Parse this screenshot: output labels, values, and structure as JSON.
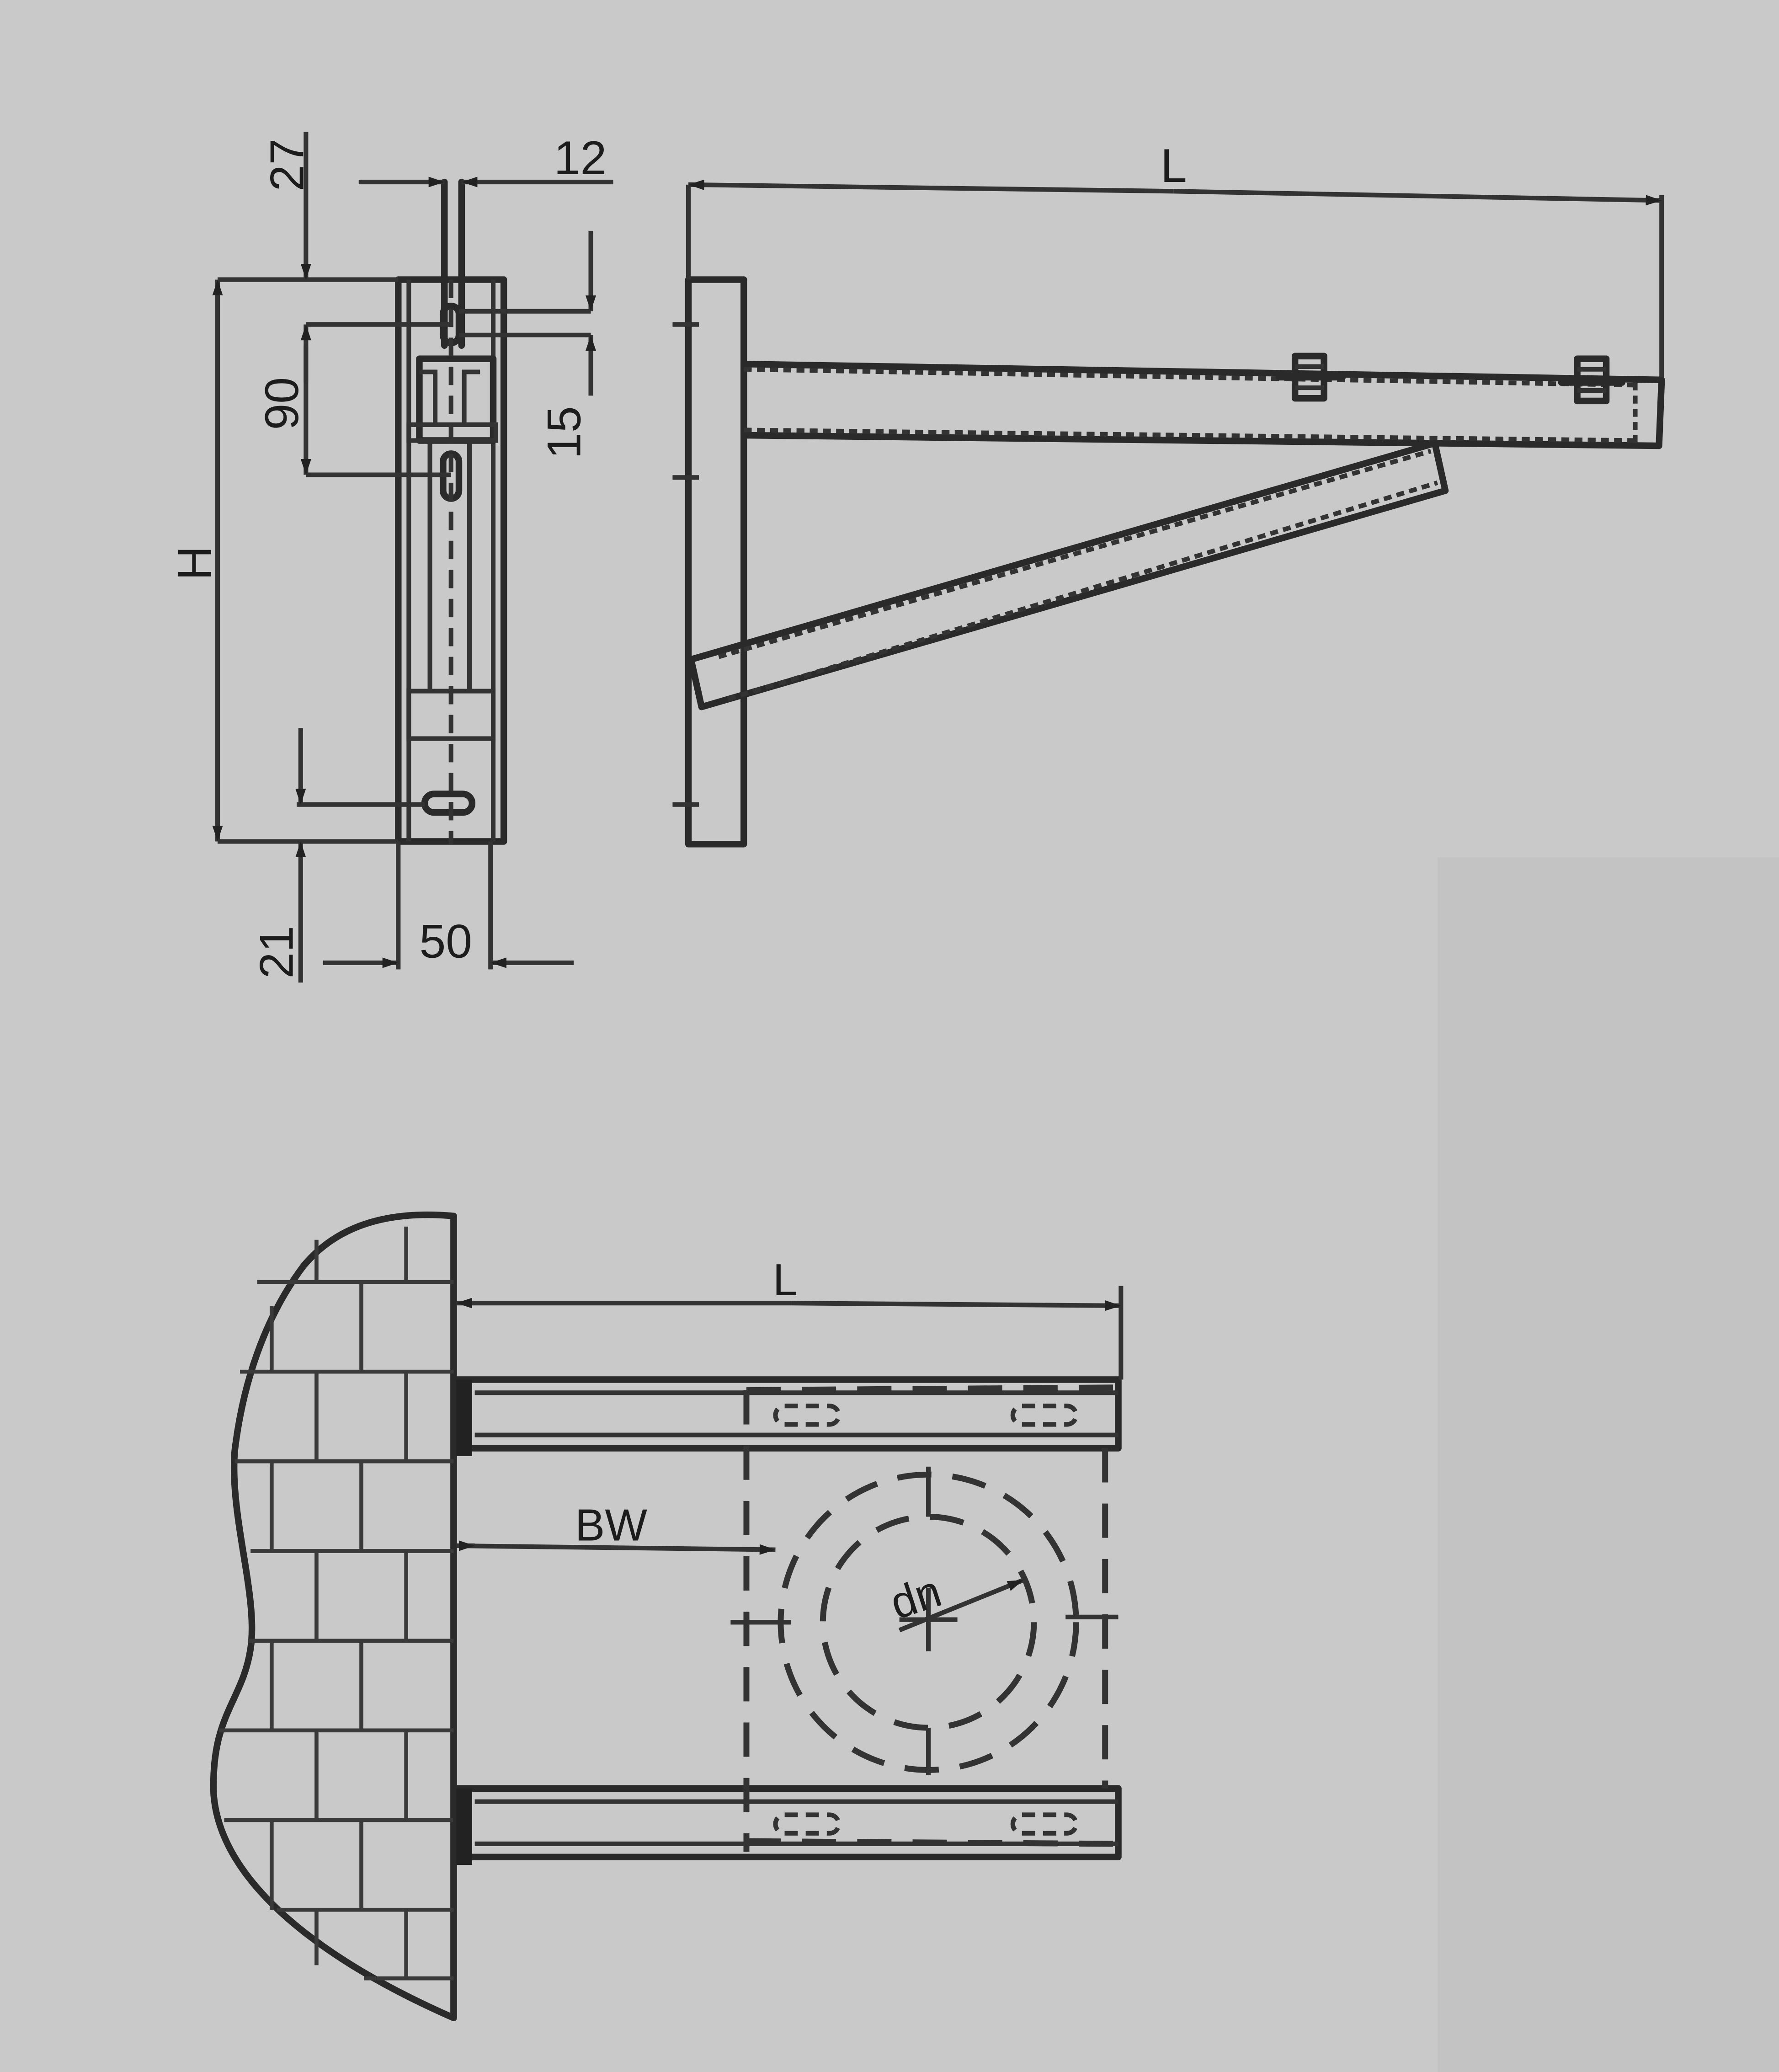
{
  "drawing": {
    "paper_color": "#c9c9c9",
    "ink_color": "#2a2a2a",
    "front_view": {
      "dims": {
        "top_offset": "27",
        "slot_width": "12",
        "rail_gap": "90",
        "slot_length": "15",
        "height": "H",
        "bottom_offset": "21",
        "width": "50"
      }
    },
    "side_view": {
      "dims": {
        "length": "L"
      }
    },
    "plan_view": {
      "dims": {
        "length": "L",
        "wall_gap": "BW",
        "pipe_diameter": "dn"
      }
    }
  }
}
